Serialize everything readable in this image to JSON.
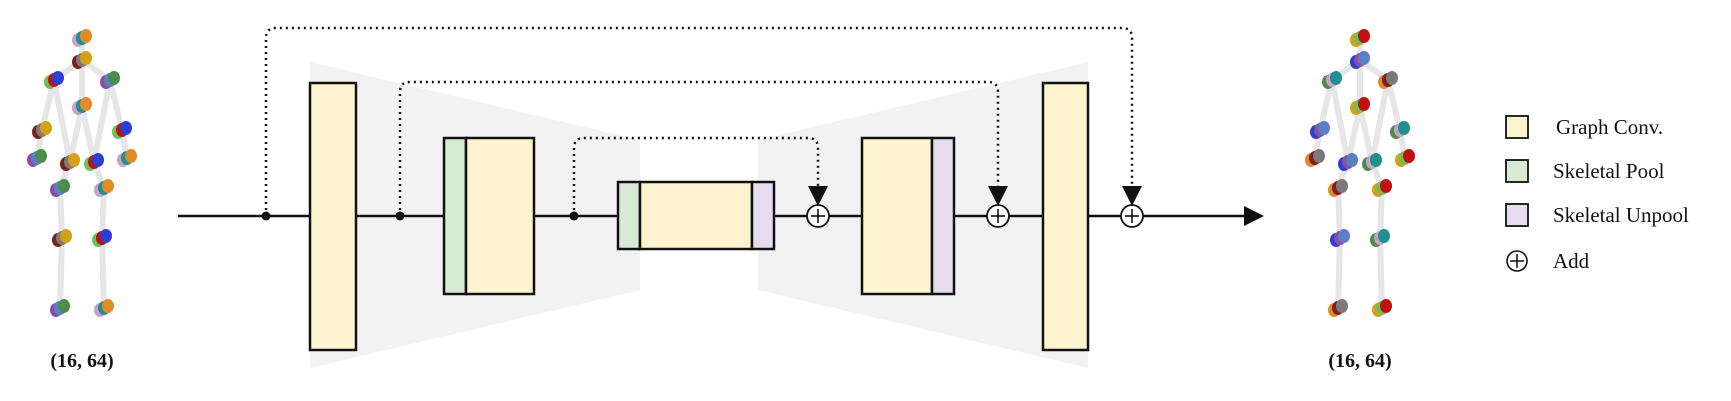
{
  "input": {
    "dims": "(16, 64)"
  },
  "output": {
    "dims": "(16, 64)"
  },
  "legend": {
    "graph_conv": "Graph Conv.",
    "skeletal_pool": "Skeletal Pool",
    "skeletal_unpool": "Skeletal Unpool",
    "add": "Add"
  },
  "colors": {
    "graph_conv": "#fdf3cf",
    "skeletal_pool": "#d7ebd3",
    "skeletal_unpool": "#e7dcef",
    "hourglass": "#f2f2f2",
    "bone": "#e6e6e6",
    "line": "#111111"
  },
  "joint_colors": [
    "#c8a2c8",
    "#1f8f8f",
    "#e08a2a",
    "#7b1f1f",
    "#7a7a7a",
    "#d4a017",
    "#6fbf5a",
    "#c01010",
    "#2d3fd0",
    "#8a4f9e",
    "#5a7fc7",
    "#4c8c4c"
  ]
}
